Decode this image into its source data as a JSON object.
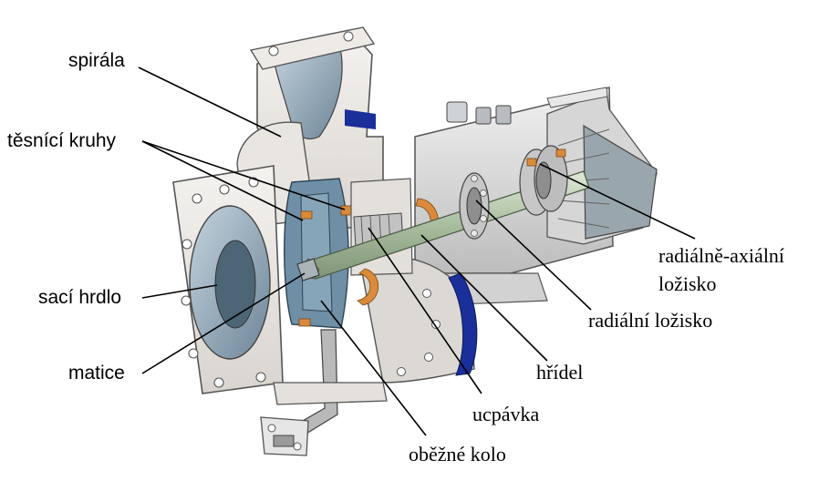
{
  "labels": {
    "spirala": "spirála",
    "tesnici_kruhy": "těsnící kruhy",
    "saci_hrdlo": "sací hrdlo",
    "matice": "matice",
    "obezne_kolo": "oběžné kolo",
    "ucpavka": "ucpávka",
    "hridel": "hřídel",
    "radialni_lozisko": "radiální ložisko",
    "radialne_axialni_line1": "radiálně-axiální",
    "radialne_axialni_line2": "ložisko"
  },
  "colors": {
    "housing": "#e8e4e0",
    "housing_edge": "#5a5a5a",
    "interior": "#9fb4c4",
    "impeller": "#6f8fa6",
    "shaft": "#b9cbb0",
    "seal_orange": "#d98a3a",
    "accent_blue": "#1a2f9a",
    "bearing": "#c7c7c7"
  }
}
